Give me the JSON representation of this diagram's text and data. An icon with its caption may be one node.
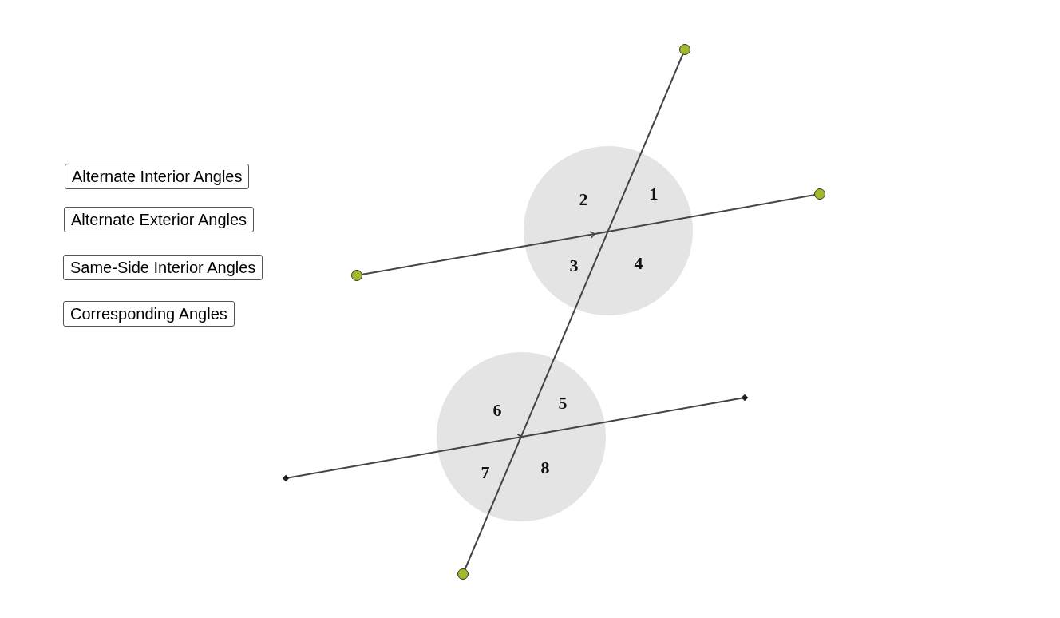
{
  "diagram": {
    "labels": [
      "Alternate Interior Angles",
      "2",
      "1",
      "Alternate Exterior Angles",
      "Same-Side Interior Angles",
      "3",
      "4",
      "Corresponding Angles",
      "6",
      "5",
      "7",
      "8"
    ]
  }
}
